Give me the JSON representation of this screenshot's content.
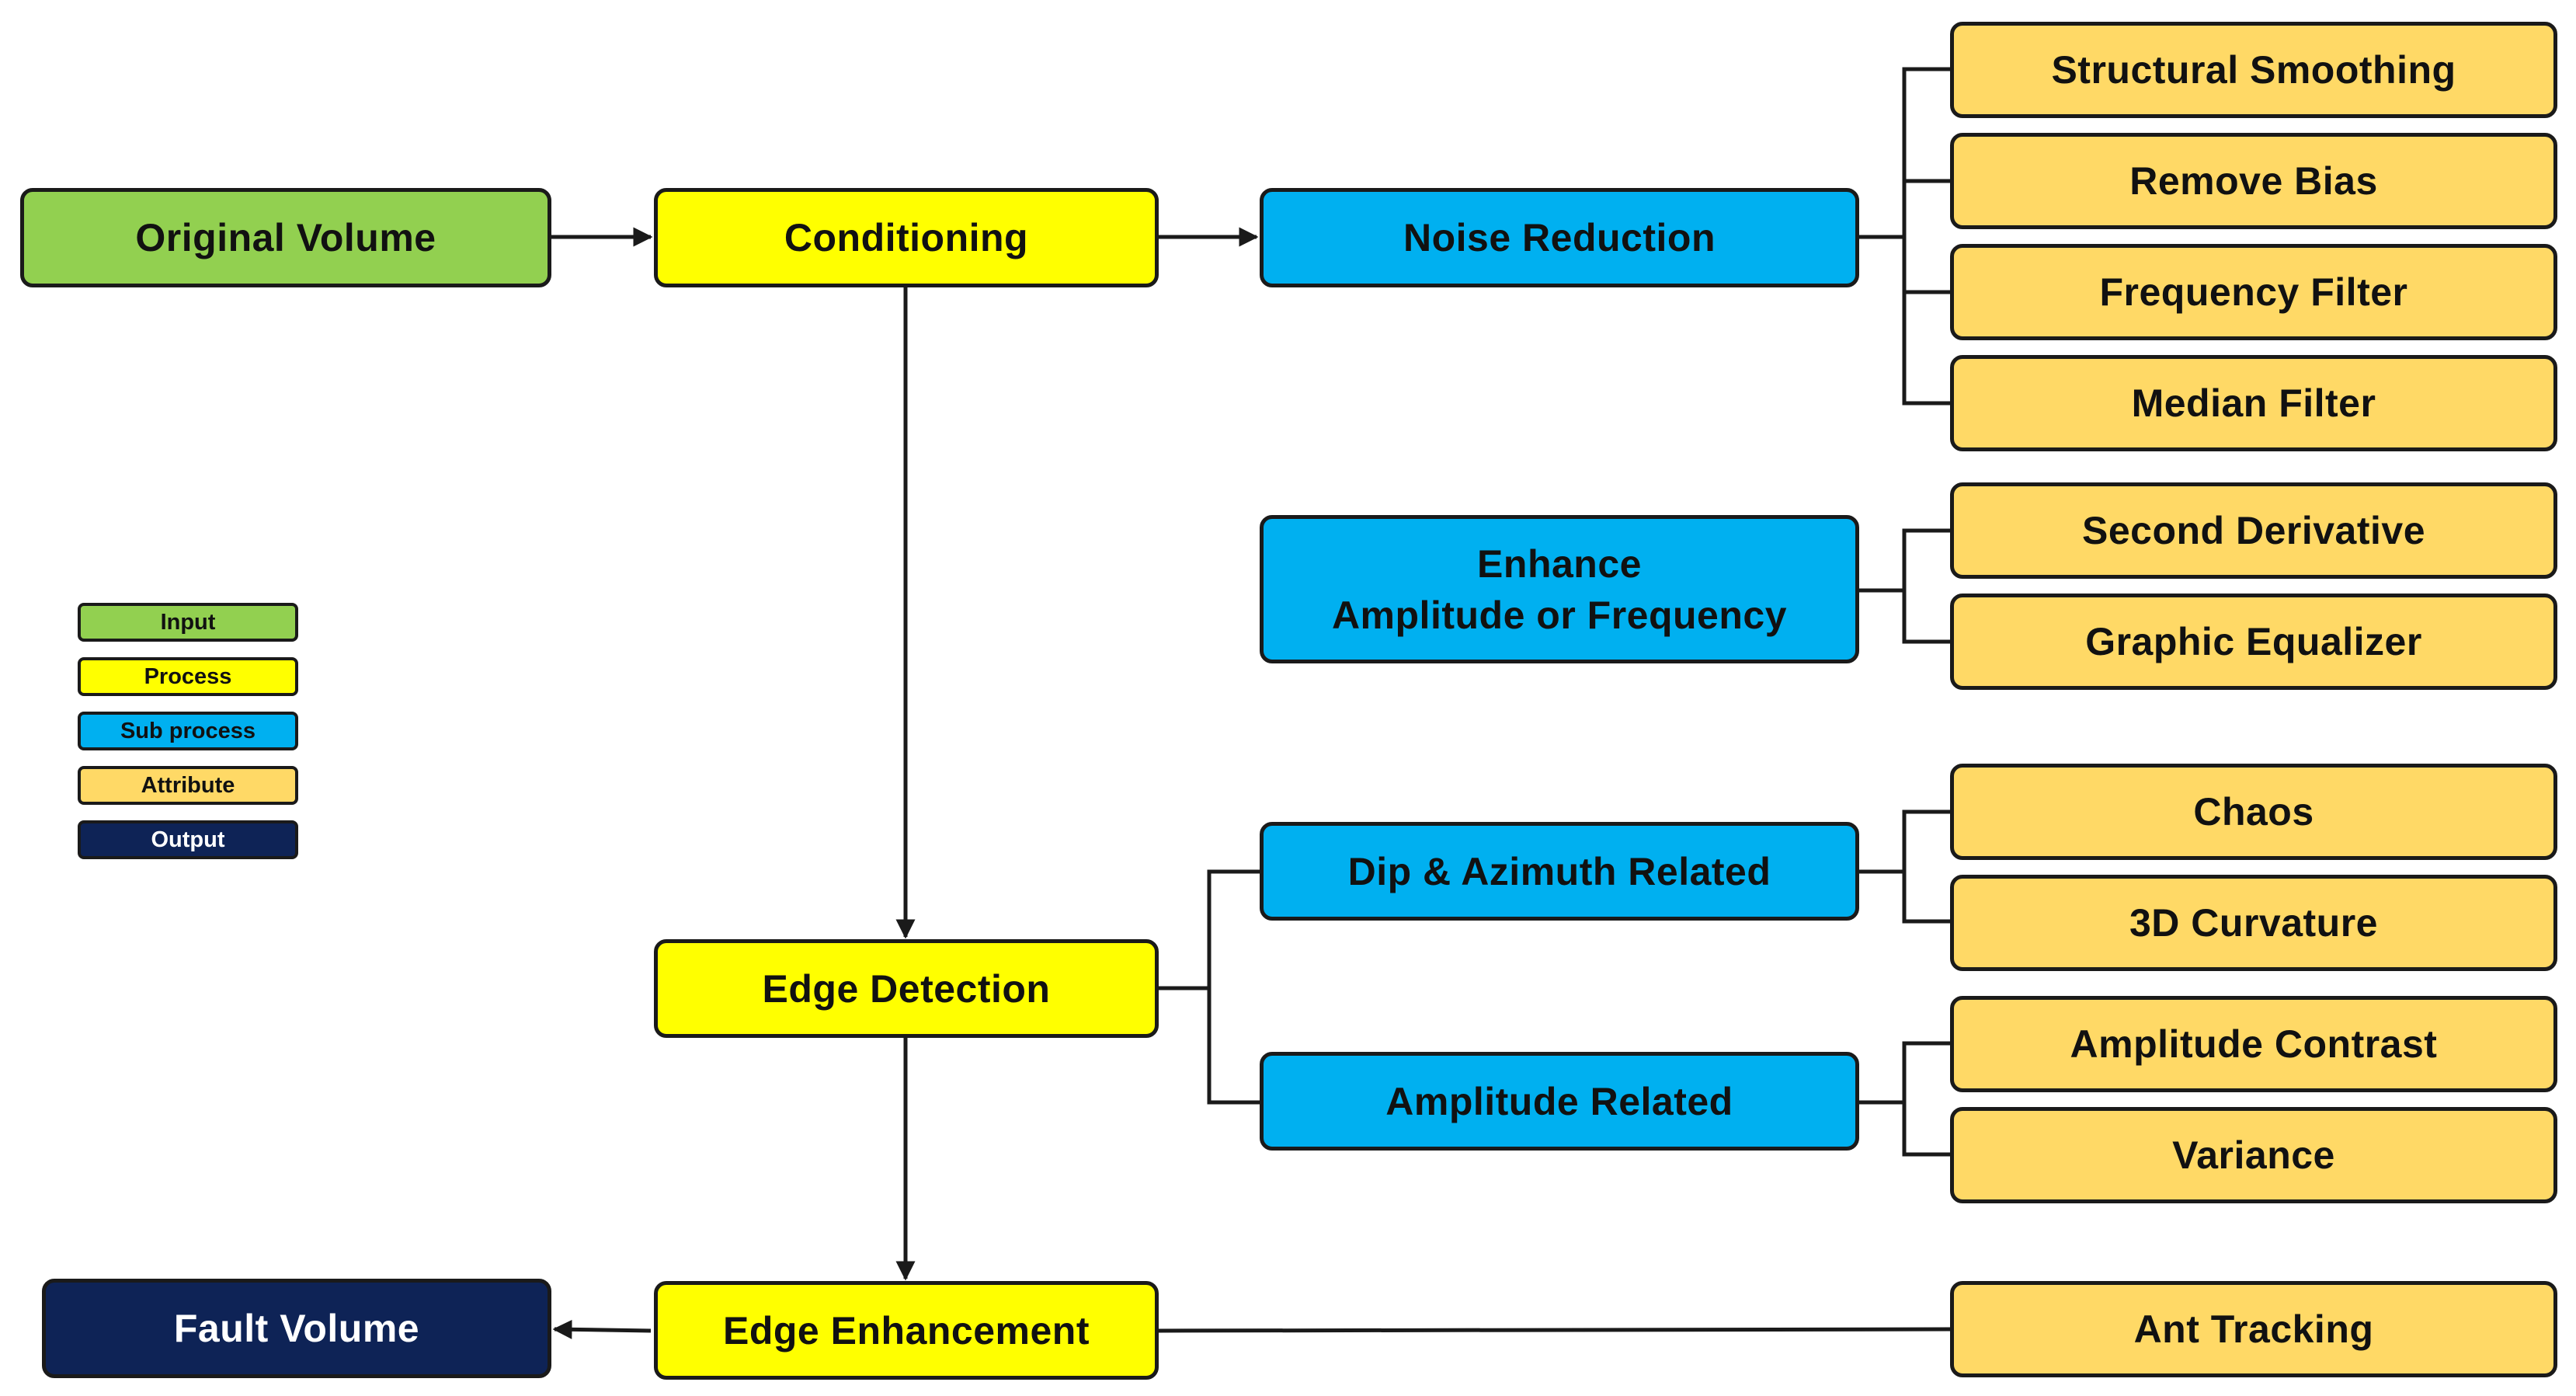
{
  "nodes": {
    "original_volume": "Original Volume",
    "conditioning": "Conditioning",
    "edge_detection": "Edge Detection",
    "edge_enhancement": "Edge Enhancement",
    "fault_volume": "Fault Volume",
    "noise_reduction": "Noise Reduction",
    "enhance_line1": "Enhance",
    "enhance_line2": "Amplitude or Frequency",
    "dip_azimuth": "Dip & Azimuth Related",
    "amplitude_related": "Amplitude Related",
    "structural_smoothing": "Structural Smoothing",
    "remove_bias": "Remove Bias",
    "frequency_filter": "Frequency Filter",
    "median_filter": "Median Filter",
    "second_derivative": "Second Derivative",
    "graphic_equalizer": "Graphic Equalizer",
    "chaos": "Chaos",
    "curvature_3d": "3D Curvature",
    "amplitude_contrast": "Amplitude Contrast",
    "variance": "Variance",
    "ant_tracking": "Ant Tracking"
  },
  "legend": {
    "input": "Input",
    "process": "Process",
    "sub_process": "Sub process",
    "attribute": "Attribute",
    "output": "Output"
  },
  "colors": {
    "input": "#92d050",
    "process": "#ffff00",
    "sub_process": "#00b0f0",
    "attribute": "#ffd966",
    "output": "#0e2356",
    "line": "#1a1a1a"
  }
}
